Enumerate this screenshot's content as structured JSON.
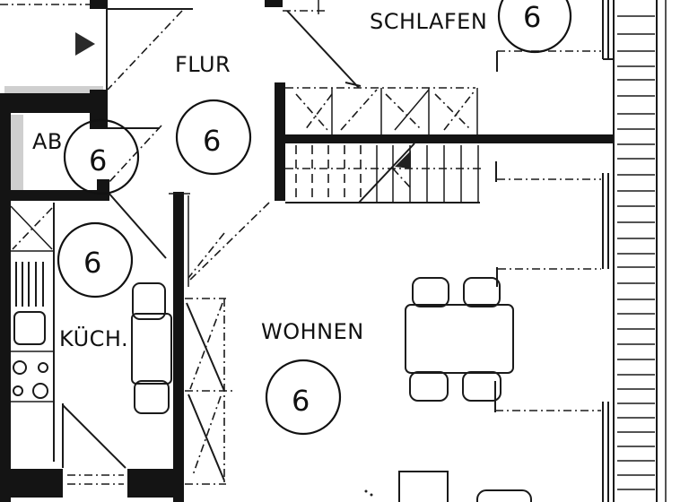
{
  "plan": {
    "rooms": [
      {
        "id": "schlafen",
        "label": "SCHLAFEN",
        "number": "6"
      },
      {
        "id": "flur",
        "label": "FLUR",
        "number": "6"
      },
      {
        "id": "abstell",
        "label": "AB",
        "number": "6"
      },
      {
        "id": "kueche",
        "label": "KÜCH.",
        "number": "6"
      },
      {
        "id": "wohnen",
        "label": "WOHNEN",
        "number": "6"
      }
    ],
    "colors": {
      "ink": "#141414",
      "paper": "#ffffff"
    }
  }
}
